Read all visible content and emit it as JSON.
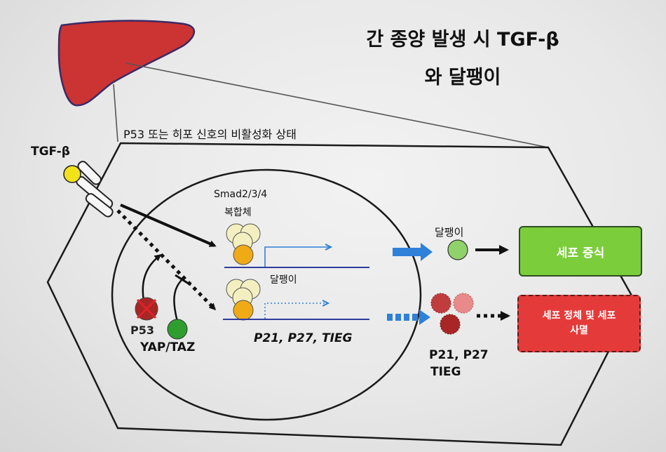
{
  "title": {
    "line1": "간 종양 발생 시 TGF-β",
    "line2": "와 달팽이"
  },
  "labels": {
    "state": "P53 또는 히포 신호의 비활성화 상태",
    "tgf_beta": "TGF-β",
    "smad_line1": "Smad2/3/4",
    "smad_line2": "복합체",
    "snail_nucleus": "달팽이",
    "snail_cytoplasm": "달팽이",
    "p53": "P53",
    "yap_taz": "YAP/TAZ",
    "target_genes": "P21, P27, TIEG",
    "proteins_line1": "P21, P27",
    "proteins_line2": "TIEG"
  },
  "outcomes": {
    "proliferation": "세포 증식",
    "arrest_line1": "세포 정체 및 세포",
    "arrest_line2": "사멸"
  },
  "colors": {
    "liver": "#cc3333",
    "tgf_ligand": "#f2e21a",
    "smad_light": "#f3efc0",
    "smad_orange": "#f0aa16",
    "yap_green": "#2f9e2f",
    "snail_green": "#8fd26a",
    "prolif_box": "#7ccd3c",
    "arrest_box": "#e53a3a",
    "arrow_blue": "#2f80d8",
    "p21_dark": "#a82626"
  }
}
